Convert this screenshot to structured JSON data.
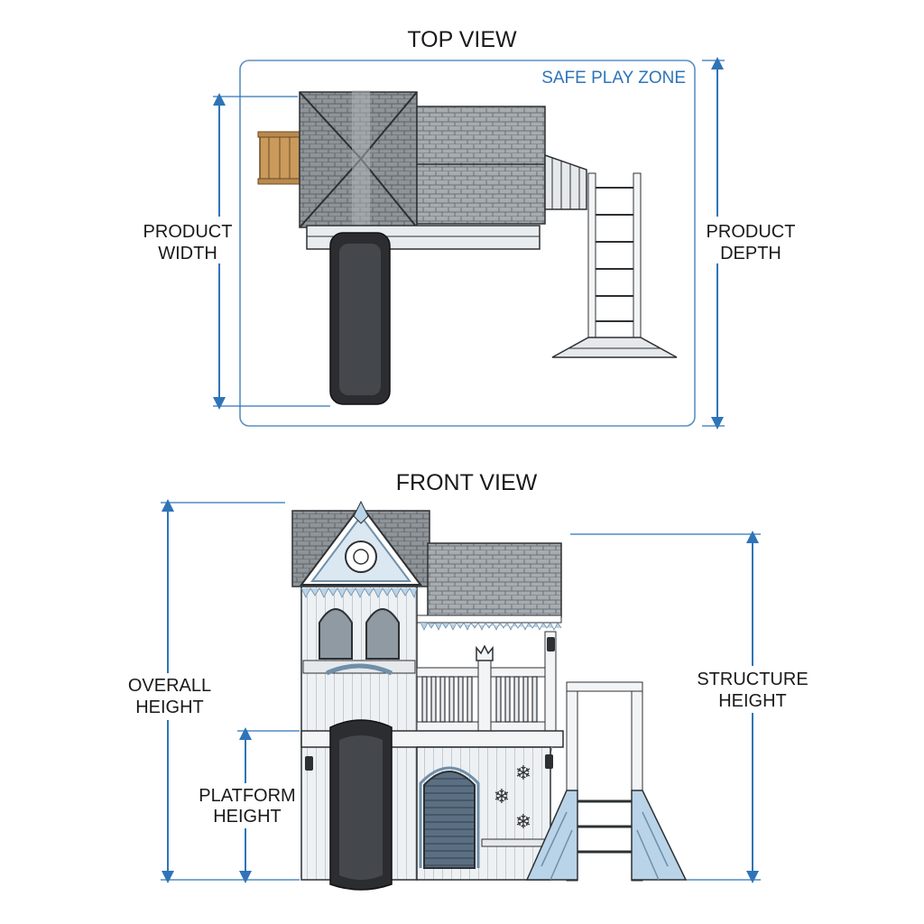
{
  "top_view": {
    "title": "TOP VIEW",
    "zone_label": "SAFE PLAY ZONE",
    "width_label": [
      "PRODUCT",
      "WIDTH"
    ],
    "depth_label": [
      "PRODUCT",
      "DEPTH"
    ]
  },
  "front_view": {
    "title": "FRONT VIEW",
    "overall_height_label": [
      "OVERALL",
      "HEIGHT"
    ],
    "platform_height_label": [
      "PLATFORM",
      "HEIGHT"
    ],
    "structure_height_label": [
      "STRUCTURE",
      "HEIGHT"
    ]
  },
  "colors": {
    "dimension_blue": "#2f74b8",
    "zone_outline": "#5b8fc2",
    "roof_gray": "#8f9499",
    "roof_dark": "#5d6266",
    "wood_white": "#f2f4f6",
    "ice_blue": "#b9d3e8",
    "slide_black": "#2b2d30",
    "wood_brown": "#b98a4e",
    "door_blue": "#5b6f82"
  },
  "icons": {
    "roof": "shingle-roof-icon",
    "slide": "tube-slide-icon",
    "ladder": "ladder-icon",
    "snowflake": "snowflake-icon",
    "crown": "crown-finial-icon"
  }
}
